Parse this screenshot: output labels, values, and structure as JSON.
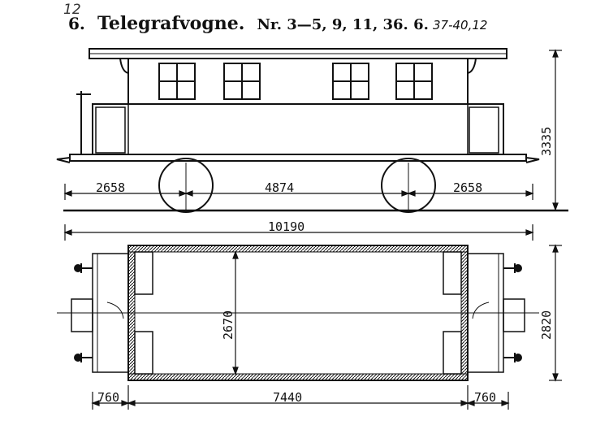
{
  "header": {
    "pencil_note": "12",
    "number": "6.",
    "title": "Telegrafvogne.",
    "numbers": "Nr. 3—5, 9, 11, 36. 6.",
    "handwritten": "37-40,12"
  },
  "dimensions": {
    "end_left": "2658",
    "wheelbase": "4874",
    "end_right": "2658",
    "total_length": "10190",
    "height": "3335",
    "inner_width": "2670",
    "outer_width": "2820",
    "plan_left": "760",
    "body_length": "7440",
    "plan_right": "760"
  }
}
